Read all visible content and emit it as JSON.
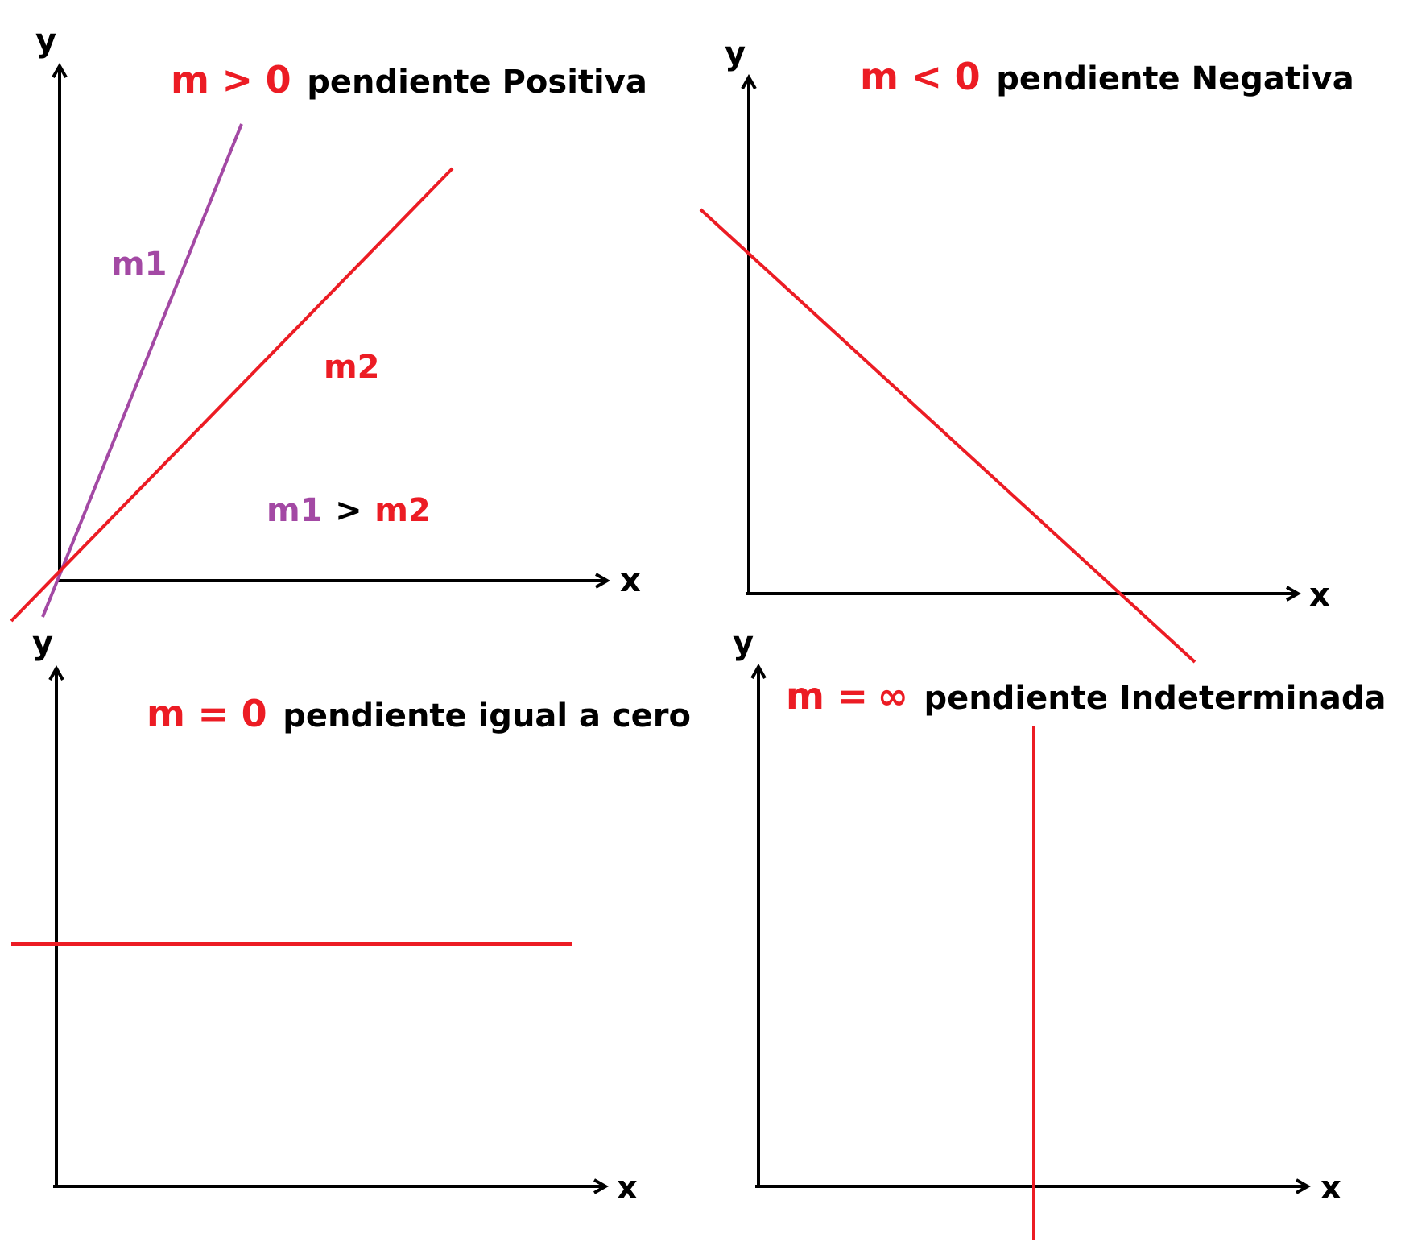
{
  "colors": {
    "red": "#ec1c24",
    "purple": "#a349a4",
    "black": "#000000"
  },
  "panels": [
    {
      "id": "positive",
      "title_m": "m",
      "title_op": ">",
      "title_val": "0",
      "title_desc": "pendiente Positiva",
      "axis_x": "x",
      "axis_y": "y",
      "labels": {
        "m1": "m1",
        "m2": "m2",
        "compare_m1": "m1",
        "compare_op": ">",
        "compare_m2": "m2"
      }
    },
    {
      "id": "negative",
      "title_m": "m",
      "title_op": "<",
      "title_val": "0",
      "title_desc": "pendiente Negativa",
      "axis_x": "x",
      "axis_y": "y"
    },
    {
      "id": "zero",
      "title_m": "m",
      "title_op": "=",
      "title_val": "0",
      "title_desc": "pendiente igual a cero",
      "axis_x": "x",
      "axis_y": "y"
    },
    {
      "id": "undefined",
      "title_m": "m",
      "title_op": "=",
      "title_val": "∞",
      "title_desc": "pendiente Indeterminada",
      "axis_x": "x",
      "axis_y": "y"
    }
  ]
}
